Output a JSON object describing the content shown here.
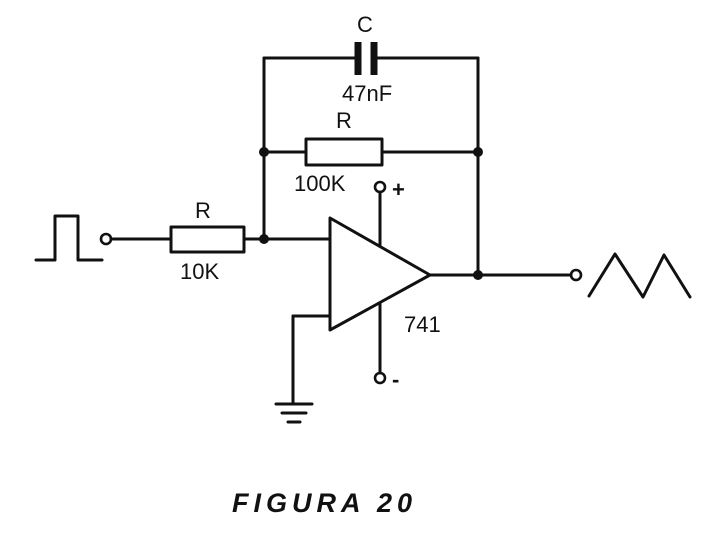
{
  "diagram": {
    "capacitor": {
      "ref": "C",
      "value": "47nF"
    },
    "feedback_resistor": {
      "ref": "R",
      "value": "100K"
    },
    "input_resistor": {
      "ref": "R",
      "value": "10K"
    },
    "opamp": {
      "model": "741"
    },
    "supply": {
      "positive": "+",
      "negative": "-"
    },
    "input_signal": "square-wave",
    "output_signal": "triangle-wave",
    "ground": "ground-icon"
  },
  "caption": "FIGURA 20"
}
